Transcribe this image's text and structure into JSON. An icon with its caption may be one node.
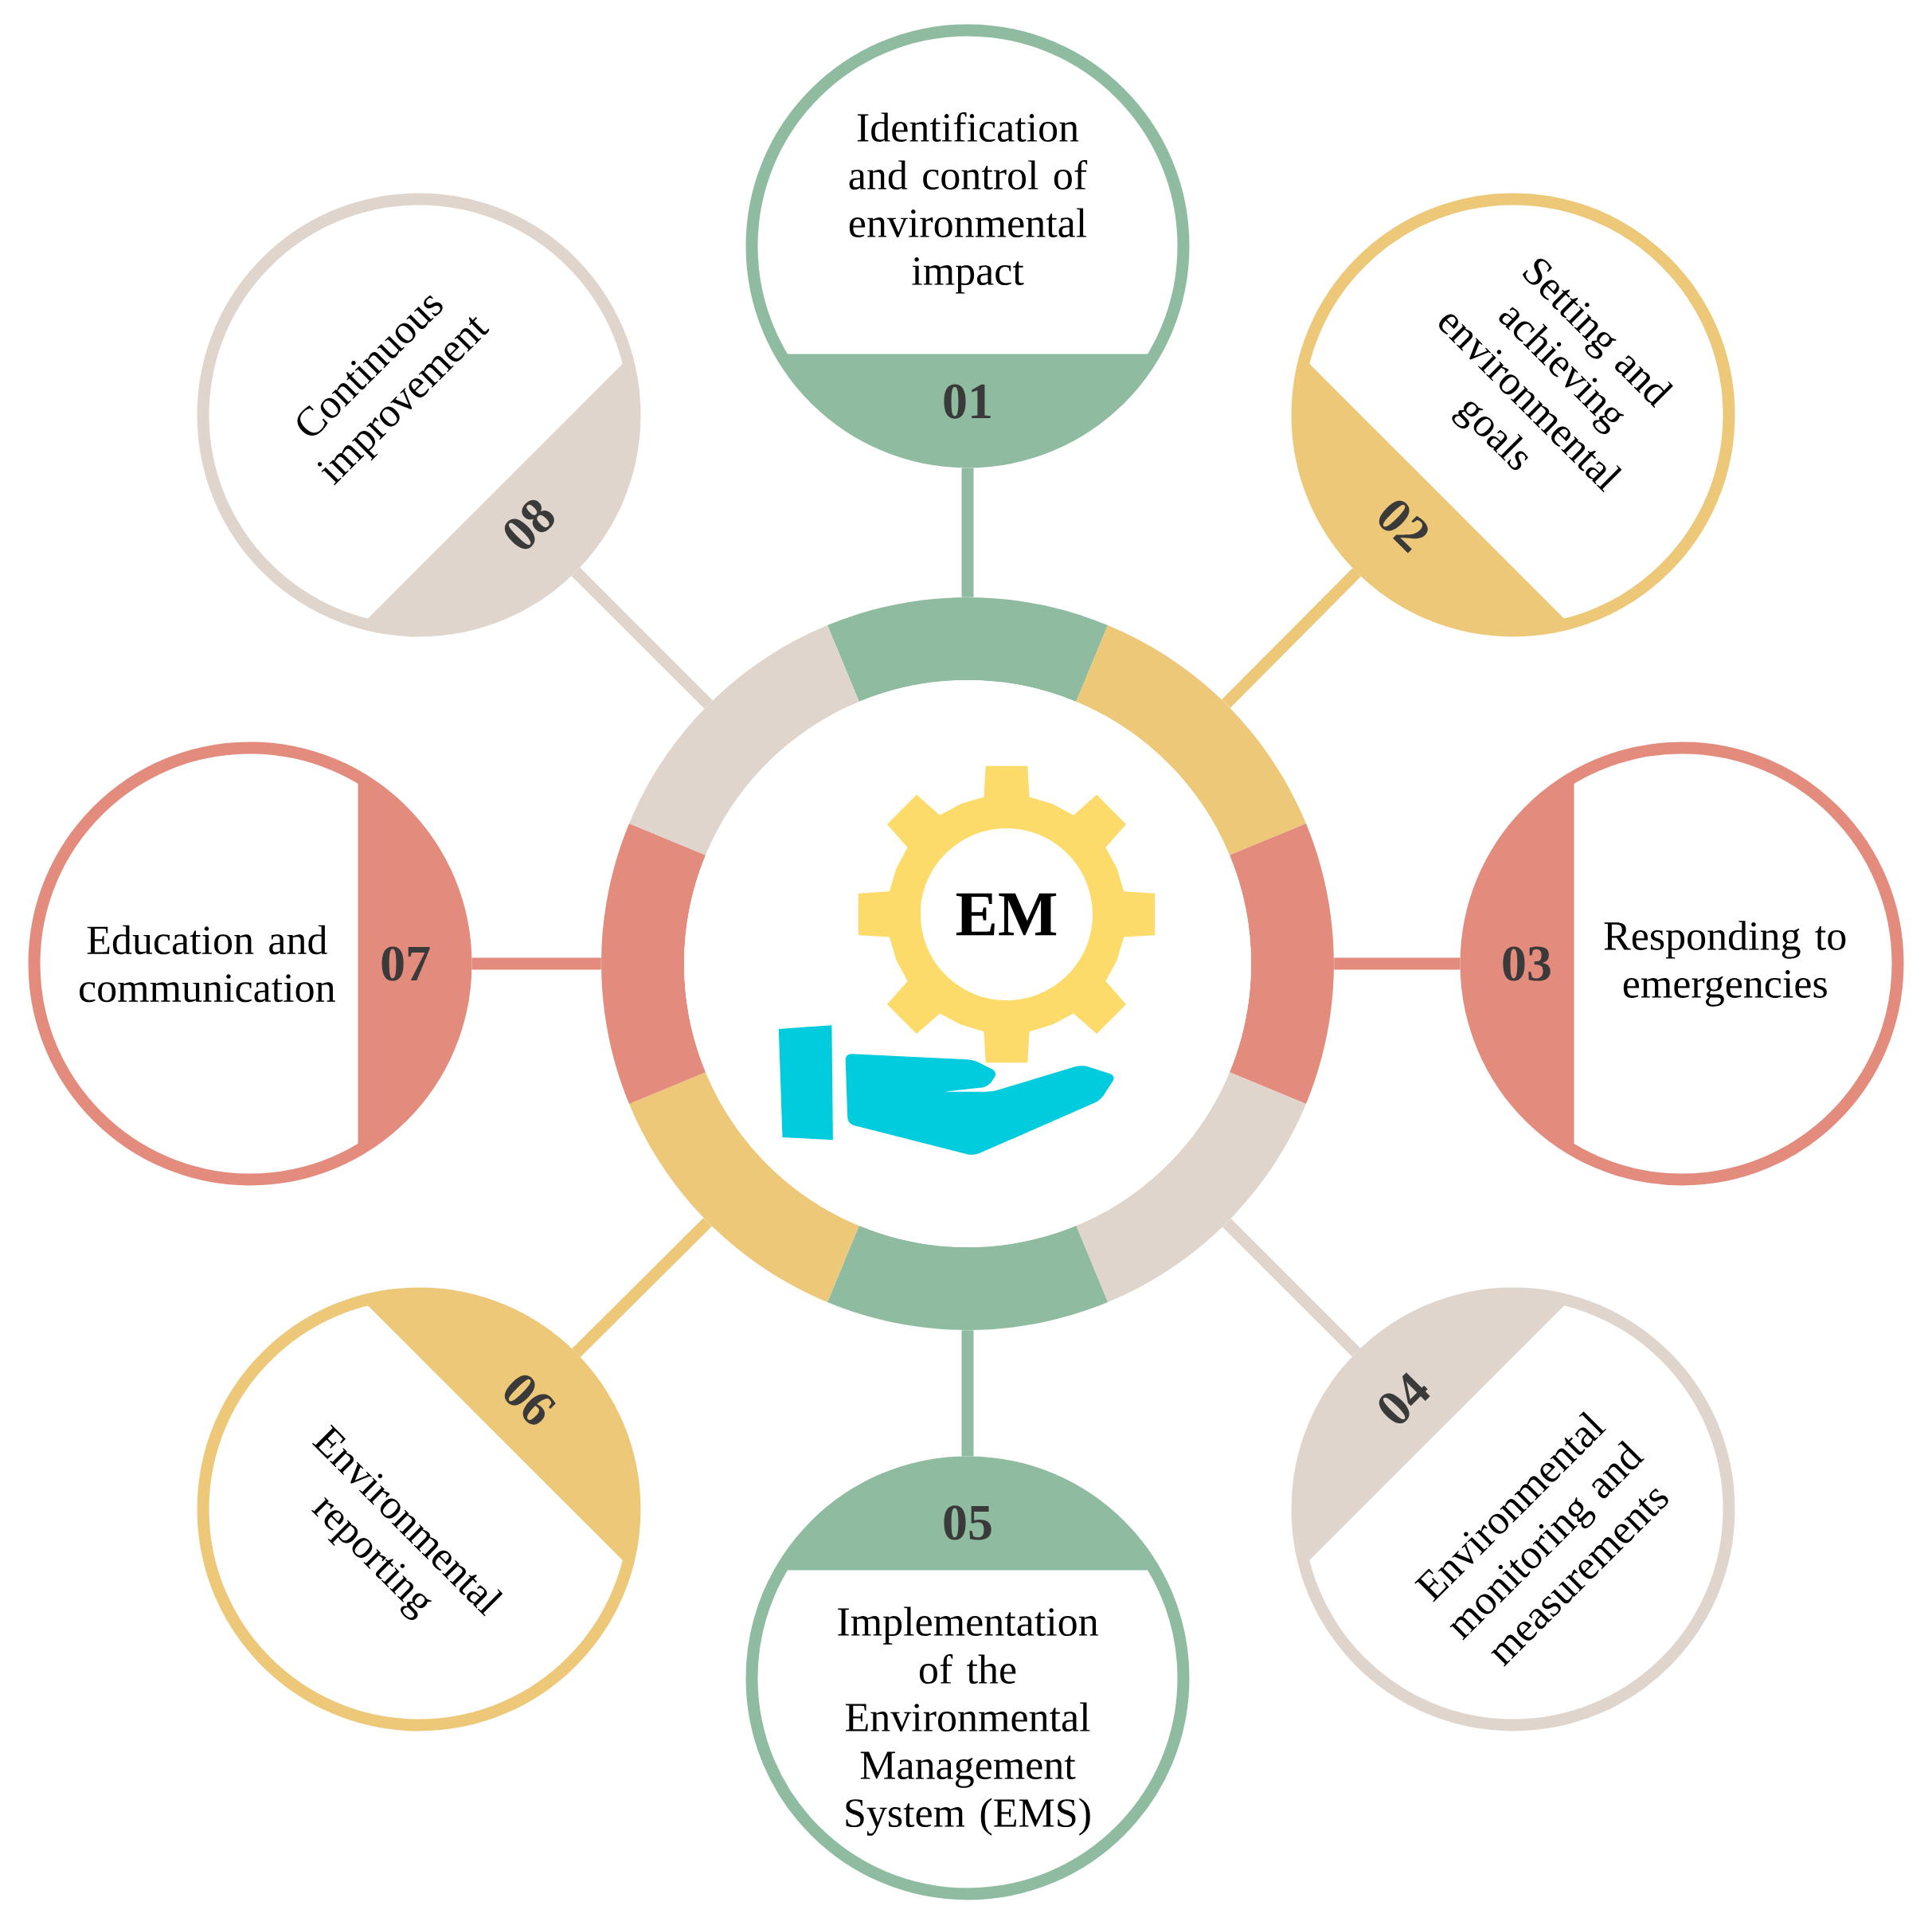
{
  "diagram": {
    "nodes": [
      {
        "text": [
          "EM"
        ]
      },
      {
        "text": [
          "Identification and control of environmental impact",
          "01"
        ]
      },
      {
        "text": [
          "Setting and achieving environmental goals",
          "02"
        ]
      },
      {
        "text": [
          "03",
          "Responding to emergencies"
        ]
      },
      {
        "text": [
          "04",
          "Environmental monitoring and measurements"
        ]
      },
      {
        "text": [
          "05",
          "Implementation of the Environmental Management System (EMS)"
        ]
      },
      {
        "text": [
          "06",
          "Environmental reporting"
        ]
      },
      {
        "text": [
          "Education and communication",
          "07"
        ]
      },
      {
        "text": [
          "Continuous improvement",
          "08"
        ]
      }
    ],
    "edges": [
      {
        "from": 0,
        "to": 1,
        "arrow": "none",
        "color": "#8fbca0"
      },
      {
        "from": 0,
        "to": 2,
        "arrow": "none",
        "color": "#ecc878"
      },
      {
        "from": 0,
        "to": 3,
        "arrow": "none",
        "color": "#e38b7d"
      },
      {
        "from": 0,
        "to": 4,
        "arrow": "none",
        "color": "#e0d5cc"
      },
      {
        "from": 0,
        "to": 5,
        "arrow": "none",
        "color": "#8fbca0"
      },
      {
        "from": 0,
        "to": 6,
        "arrow": "none",
        "color": "#ecc878"
      },
      {
        "from": 0,
        "to": 7,
        "arrow": "none",
        "color": "#e38b7d"
      },
      {
        "from": 0,
        "to": 8,
        "arrow": "none",
        "color": "#e0d5cc"
      }
    ]
  }
}
